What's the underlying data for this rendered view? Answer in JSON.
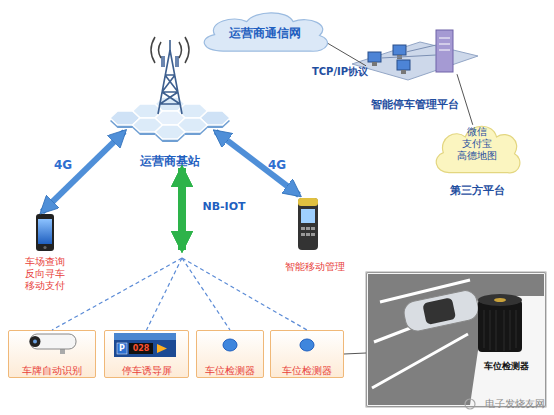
{
  "diagram": {
    "nodes": [
      {
        "text": [
          "运营商通信网"
        ]
      },
      {
        "text": [
          "运营商基站"
        ]
      },
      {
        "text": [
          "智能停车管理平台"
        ]
      },
      {
        "text": [
          "微信 支付宝 高德地图",
          "第三方平台"
        ]
      },
      {
        "text": [
          "车场查询 反向寻车 移动支付"
        ]
      },
      {
        "text": [
          "智能移动管理"
        ]
      },
      {
        "text": [
          "车牌自动识别"
        ]
      },
      {
        "text": [
          "停车诱导屏"
        ]
      },
      {
        "text": [
          "车位检测器"
        ]
      },
      {
        "text": [
          "车位检测器"
        ]
      },
      {
        "text": [
          "车位检测器"
        ]
      }
    ],
    "edges": [
      {
        "from": 0,
        "to": 2,
        "arrow": "none",
        "label": "TCP/IP协议"
      },
      {
        "from": 2,
        "to": 3,
        "arrow": "none"
      },
      {
        "from": 1,
        "to": 4,
        "arrow": "both",
        "label": "4G"
      },
      {
        "from": 1,
        "to": 5,
        "arrow": "both",
        "label": "4G"
      },
      {
        "from": 1,
        "to": 6,
        "arrow": "both",
        "label": "NB-IOT"
      },
      {
        "from": 1,
        "to": 7,
        "arrow": "both"
      },
      {
        "from": 1,
        "to": 8,
        "arrow": "both"
      },
      {
        "from": 1,
        "to": 9,
        "arrow": "both"
      },
      {
        "from": 9,
        "to": 10,
        "arrow": "none"
      }
    ],
    "labels": [
      "P",
      "028",
      "电子发烧友网"
    ]
  }
}
